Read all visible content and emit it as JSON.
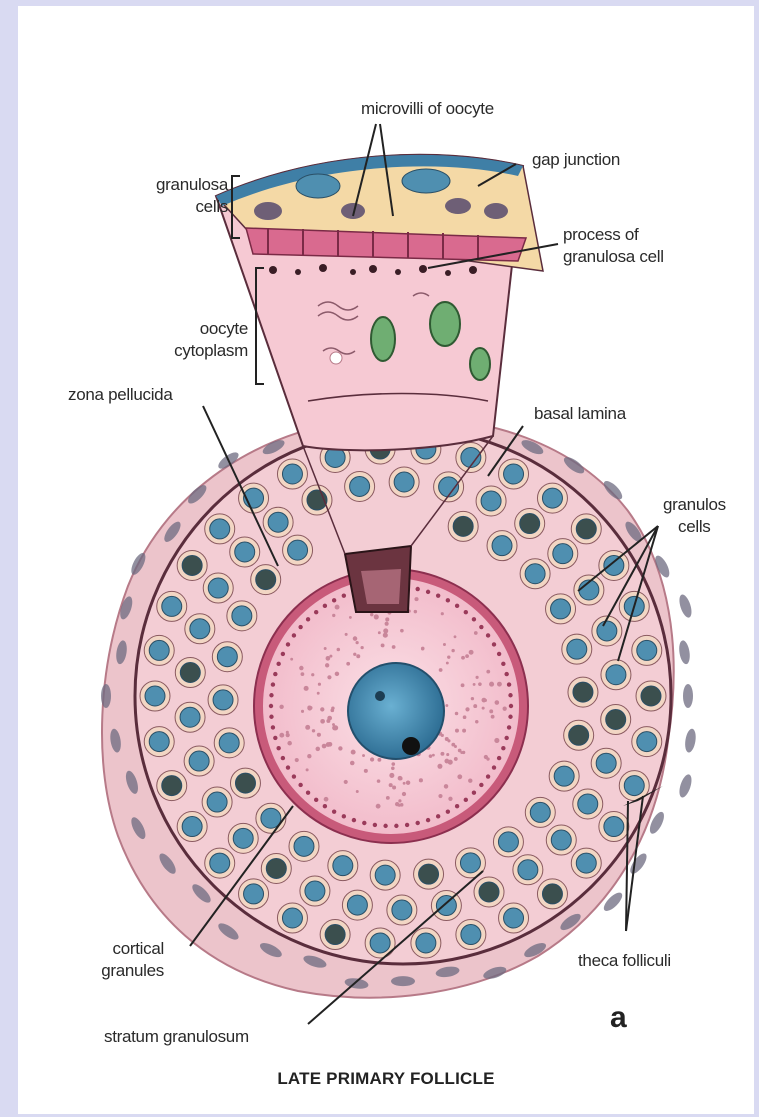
{
  "labels": {
    "microvilli": "microvilli of oocyte",
    "gap_junction": "gap junction",
    "granulosa_top_1": "granulosa",
    "granulosa_top_2": "cells",
    "process_1": "process of",
    "process_2": "granulosa cell",
    "oocyte_cyto_1": "oocyte",
    "oocyte_cyto_2": "cytoplasm",
    "zona": "zona pellucida",
    "basal": "basal lamina",
    "granulosa_right_1": "granulos",
    "granulosa_right_2": "cells",
    "cortical_1": "cortical",
    "cortical_2": "granules",
    "theca": "theca folliculi",
    "stratum": "stratum granulosum",
    "panel_letter": "a"
  },
  "title": "LATE PRIMARY FOLLICLE",
  "colors": {
    "page_border": "#d9daf2",
    "cytoplasm": "#f6c8d2",
    "granulosa_nucleus": "#4f8fb0",
    "oocyte_nucleus": "#3e86b0",
    "theca": "#e6b7bf",
    "zona": "#b9476a",
    "granulosa_cell_top": "#f3d9a8"
  }
}
